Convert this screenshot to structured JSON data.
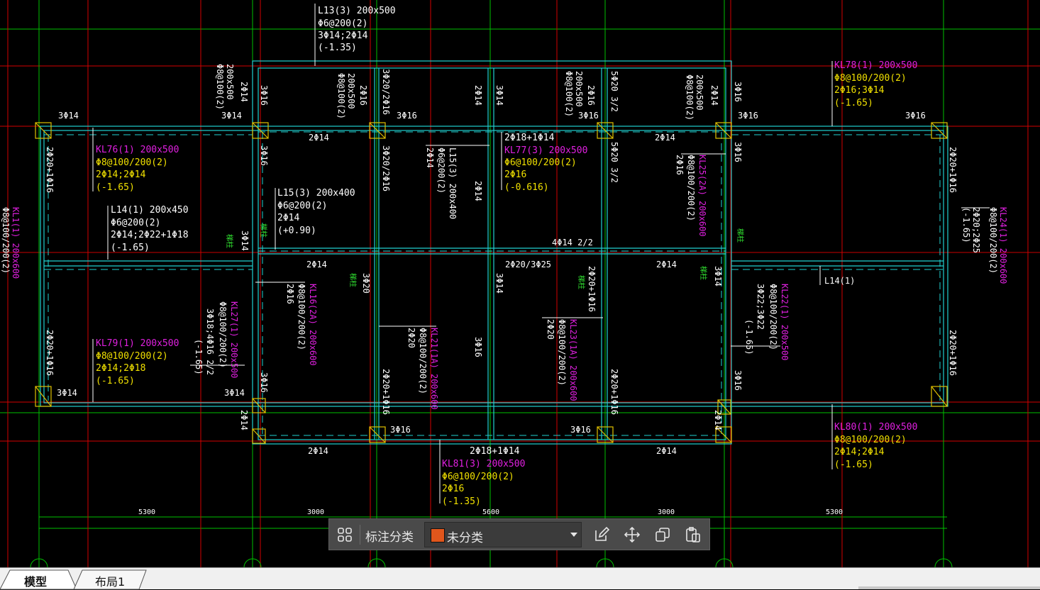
{
  "window": {
    "title": "模型"
  },
  "drawing": {
    "top_beam": {
      "name": "L13(3) 200x500",
      "stirrup": "Φ6@200(2)",
      "bars": "3Φ14;2Φ14",
      "elev": "(-1.35)"
    },
    "kl76": {
      "name": "KL76(1) 200x500",
      "stirrup": "Φ8@100/200(2)",
      "bars": "2Φ14;2Φ14",
      "elev": "(-1.65)"
    },
    "kl77": {
      "name": "KL77(3) 200x500",
      "stirrup": "Φ6@100/200(2)",
      "bars": "2Φ16",
      "elev": "(-0.616)"
    },
    "kl78": {
      "name": "KL78(1) 200x500",
      "stirrup": "Φ8@100/200(2)",
      "bars": "2Φ16;3Φ14",
      "elev": "(-1.65)"
    },
    "kl79": {
      "name": "KL79(1) 200x500",
      "stirrup": "Φ8@100/200(2)",
      "bars": "2Φ14;2Φ18",
      "elev": "(-1.65)"
    },
    "kl80": {
      "name": "KL80(1) 200x500",
      "stirrup": "Φ8@100/200(2)",
      "bars": "2Φ14;2Φ14",
      "elev": "(-1.65)"
    },
    "kl81": {
      "name": "KL81(3) 200x500",
      "stirrup": "Φ6@100/200(2)",
      "bars": "2Φ16",
      "elev": "(-1.35)"
    },
    "l14": {
      "name": "L14(1) 200x450",
      "stirrup": "Φ6@200(2)",
      "bars": "2Φ14;2Φ22+1Φ18",
      "elev": "(-1.65)"
    },
    "l15": {
      "name": "L15(3) 200x400",
      "stirrup": "Φ6@200(2)",
      "bars": "2Φ14",
      "elev": "(+0.90)"
    },
    "l14_right": "L14(1)",
    "kl77_top": "2Φ18+1Φ14",
    "kl81_top": "2Φ18+1Φ14",
    "bar_3phi14": "3Φ14",
    "bar_3phi16": "3Φ16",
    "bar_2phi14": "2Φ14",
    "bar_2phi20_3phi25": "2Φ20/3Φ25",
    "bar_4phi14": "4Φ14 2/2",
    "vert_notes": {
      "kl1": "KL1(1) 200x600",
      "kl1_stir": "Φ8@100/200(2)",
      "kl24": "KL24(1) 200x600",
      "kl24_stir": "Φ8@100/200(2)",
      "kl24_bars": "2Φ20;2Φ25",
      "kl24_elev": "(-1.65)",
      "kl25": "KL25(2A) 200x600",
      "kl25_stir": "Φ8@100/200(2)",
      "kl25_bars": "2Φ16",
      "kl16": "KL16(2A) 200x600",
      "kl16_stir": "Φ8@100/200(2)",
      "kl16_bars": "2Φ16",
      "kl21": "KL21(1A) 200x600",
      "kl21_stir": "Φ8@100/200(2)",
      "kl21_bars": "2Φ20",
      "kl23": "KL23(1A) 200x600",
      "kl23_stir": "Φ8@100/200(2)",
      "kl23_bars": "2Φ20",
      "kl22": "KL22(1) 200x500",
      "kl22_stir": "Φ8@100/200(2)",
      "kl22_bars": "3Φ22;3Φ22",
      "kl22_elev": "(-1.65)",
      "kl27": "KL27(1) 200x500",
      "kl27_stir": "Φ8@100/200(2)",
      "kl27_bars": "3Φ18;4Φ16 2/2",
      "kl27_elev": "(-1.65)",
      "l15v": "L15(3) 200x400",
      "l15v_stir": "Φ6@200(2)",
      "l15v_bars": "2Φ14",
      "b1": "200x500",
      "b1_stir": "Φ8@100(2)",
      "b2": "200x500",
      "b2_stir": "Φ8@100(2)",
      "b2_bars": "2Φ16",
      "b3": "200x500",
      "b3_stir": "Φ8@100(2)",
      "b3_bars": "2Φ16",
      "b4": "200x500",
      "b4_stir": "Φ8@100(2)",
      "b4_bars": "2Φ14",
      "s_2phi20_1phi16": "2Φ20+1Φ16",
      "s_3phi16": "3Φ16",
      "s_3phi14": "3Φ14",
      "s_2phi14": "2Φ14",
      "s_3phi20": "3Φ20",
      "s_3phi20_2phi16": "3Φ20/2Φ16",
      "s_5phi20": "5Φ20 3/2",
      "green_tag": "梯柱"
    },
    "dims": [
      "5300",
      "3000",
      "5600",
      "3000",
      "5300"
    ]
  },
  "toolbar": {
    "label": "标注分类",
    "select_value": "未分类",
    "swatch_color": "#e0561c",
    "icons": [
      "grid-icon",
      "edit-icon",
      "move-icon",
      "copy-icon",
      "paste-icon"
    ]
  },
  "tabs": [
    {
      "label": "模型",
      "active": true
    },
    {
      "label": "布局1",
      "active": false
    }
  ]
}
